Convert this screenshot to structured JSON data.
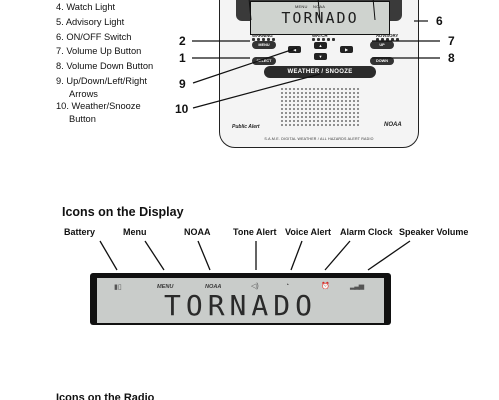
{
  "legend": [
    {
      "num": "4.",
      "text": "Watch Light"
    },
    {
      "num": "5.",
      "text": "Advisory Light"
    },
    {
      "num": "6.",
      "text": "ON/OFF Switch"
    },
    {
      "num": "7.",
      "text": "Volume Up Button"
    },
    {
      "num": "8.",
      "text": "Volume Down Button"
    },
    {
      "num": "9.",
      "text": "Up/Down/Left/Right",
      "cont": "Arrows"
    },
    {
      "num": "10.",
      "text": "Weather/Snooze",
      "cont": "Button"
    }
  ],
  "radio": {
    "lcd_text": "TORNADO",
    "lcd_small": [
      "MENU",
      "NOAA"
    ],
    "strip_labels": {
      "warning": "WARNING",
      "watch": "WATCH",
      "advisory": "ADVISORY"
    },
    "buttons": {
      "menu": "MENU",
      "select": "SELECT",
      "up": "UP",
      "down": "DOWN"
    },
    "snooze_label": "WEATHER / SNOOZE",
    "brand_left": "Public Alert",
    "brand_right": "NOAA",
    "caption": "S.A.M.E. DIGITAL WEATHER / ALL HAZARDS ALERT RADIO"
  },
  "callouts": [
    "6",
    "2",
    "7",
    "1",
    "8",
    "9",
    "10"
  ],
  "icons_section": {
    "title": "Icons on the Display",
    "labels": [
      "Battery",
      "Menu",
      "NOAA",
      "Tone Alert",
      "Voice Alert",
      "Alarm Clock",
      "Speaker Volume"
    ],
    "display_text": "TORNADO",
    "display_small": [
      "MENU",
      "NOAA"
    ]
  },
  "bottom_heading": "Icons on the Radio"
}
